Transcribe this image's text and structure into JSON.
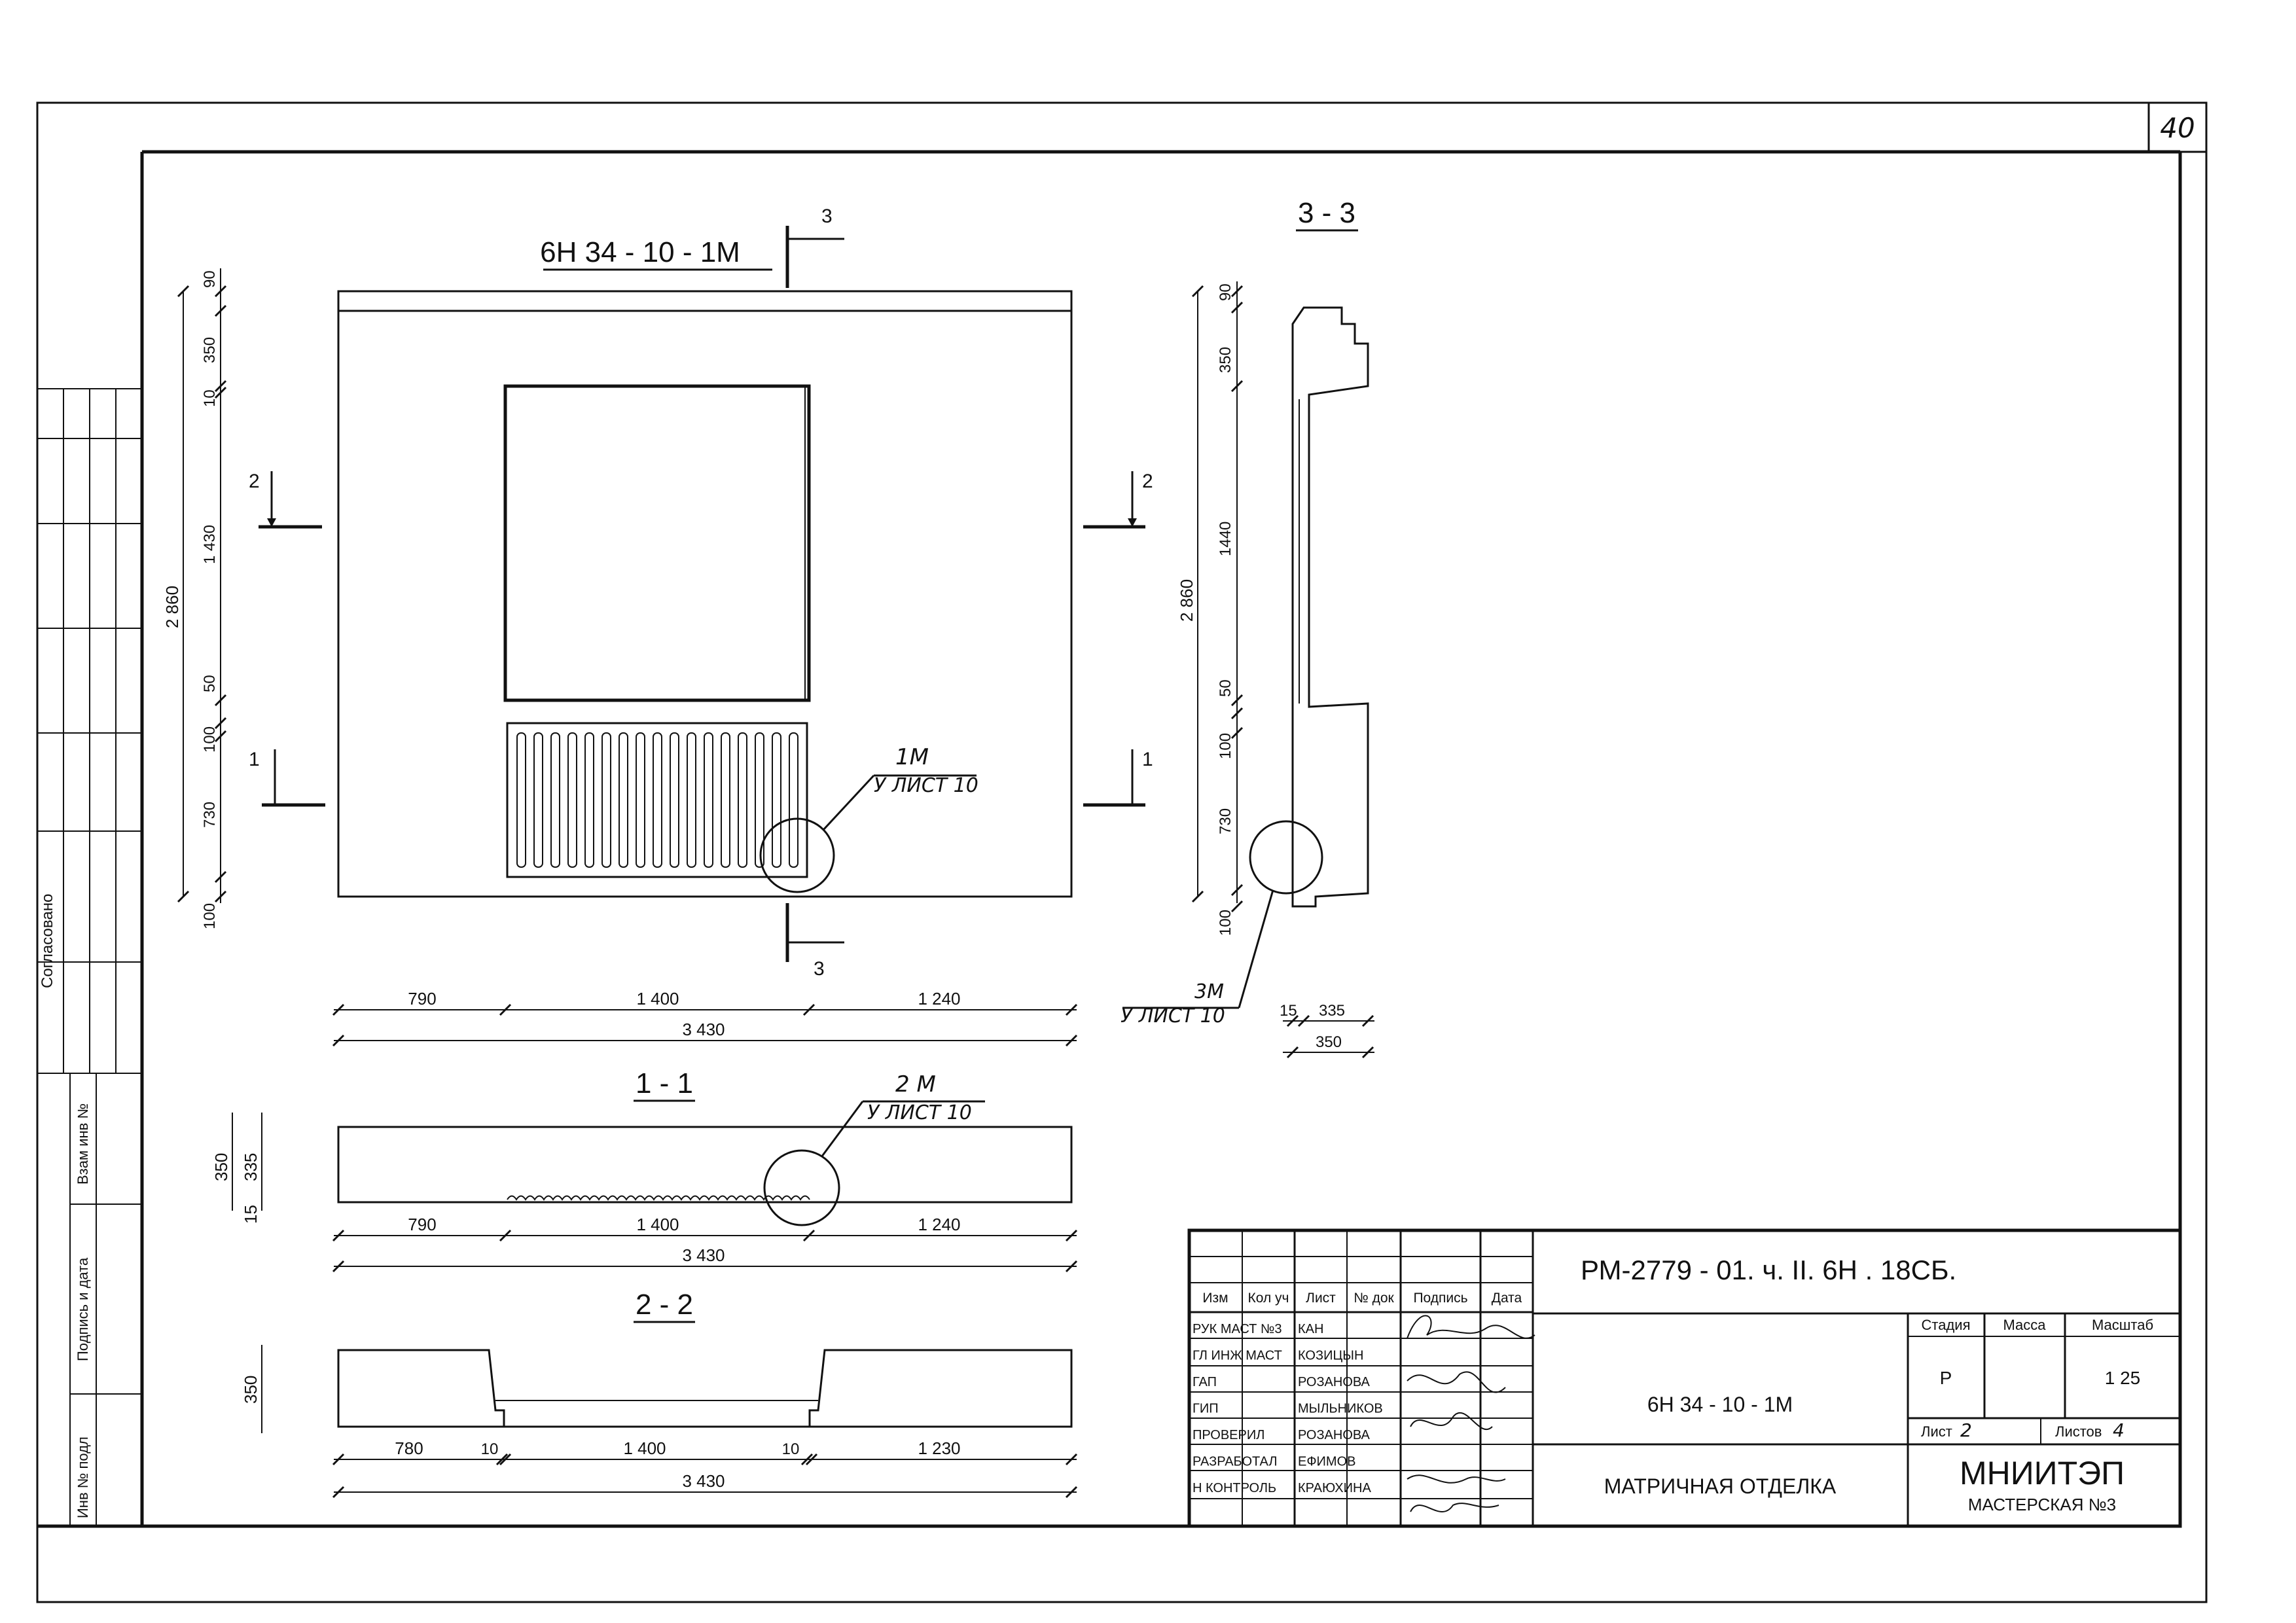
{
  "sheet": {
    "page_number": "40"
  },
  "views": {
    "front_title": "6Н 34 - 10 - 1М",
    "section_33_title": "3 - 3",
    "section_11_title": "1 - 1",
    "section_22_title": "2 - 2"
  },
  "section_marks": {
    "m3": "3",
    "m2": "2",
    "m1": "1"
  },
  "callouts": {
    "c1_code": "1М",
    "c1_ref": "У ЛИСТ 10",
    "c2_code": "2 М",
    "c2_ref": "У ЛИСТ 10",
    "c3_code": "3М",
    "c3_ref": "У ЛИСТ 10"
  },
  "dimensions": {
    "front_vertical": {
      "total": "2 860",
      "segments": [
        "90",
        "350",
        "10",
        "1 430",
        "50",
        "100",
        "730",
        "100"
      ]
    },
    "front_horizontal": {
      "segments": [
        "790",
        "1 400",
        "1 240"
      ],
      "total": "3 430"
    },
    "s33_vertical": {
      "total": "2 860",
      "segments": [
        "90",
        "350",
        "1440",
        "50",
        "100",
        "730",
        "100"
      ]
    },
    "s33_horizontal": {
      "a": "15",
      "b": "335",
      "total": "350"
    },
    "s11_vertical": {
      "a": "350",
      "b": "335",
      "c": "15"
    },
    "s11_horizontal": {
      "segments": [
        "790",
        "1 400",
        "1 240"
      ],
      "total": "3 430"
    },
    "s22_vertical": {
      "a": "350"
    },
    "s22_horizontal": {
      "segments": [
        "780",
        "10",
        "1 400",
        "10",
        "1 230"
      ],
      "total": "3 430"
    }
  },
  "left_stamp": {
    "agreed": "Согласовано",
    "vzam_inv": "Взам инв №",
    "signature_date": "Подпись и дата",
    "inv_podl": "Инв № подл"
  },
  "title_block": {
    "code": "РМ-2779 - 01. ч. II. 6Н . 18СБ.",
    "headers": [
      "Изм",
      "Кол уч",
      "Лист",
      "№ док",
      "Подпись",
      "Дата"
    ],
    "roles": [
      {
        "role": "РУК МАСТ №3",
        "name": "КАН"
      },
      {
        "role": "ГЛ ИНЖ МАСТ",
        "name": "КОЗИЦЫН"
      },
      {
        "role": "ГАП",
        "name": "РОЗАНОВА"
      },
      {
        "role": "ГИП",
        "name": "МЫЛЬНИКОВ"
      },
      {
        "role": "ПРОВЕРИЛ",
        "name": "РОЗАНОВА"
      },
      {
        "role": "РАЗРАБОТАЛ",
        "name": "ЕФИМОВ"
      },
      {
        "role": "Н КОНТРОЛЬ",
        "name": "КРАЮХИНА"
      }
    ],
    "element_name": "6Н 34 - 10 - 1М",
    "sheet_title": "МАТРИЧНАЯ  ОТДЕЛКА",
    "stage_label": "Стадия",
    "mass_label": "Масса",
    "scale_label": "Масштаб",
    "stage_value": "Р",
    "mass_value": "",
    "scale_value": "1  25",
    "sheet_label": "Лист",
    "sheet_value": "2",
    "sheets_label": "Листов",
    "sheets_value": "4",
    "org": "МНИИТЭП",
    "workshop": "МАСТЕРСКАЯ №3"
  }
}
